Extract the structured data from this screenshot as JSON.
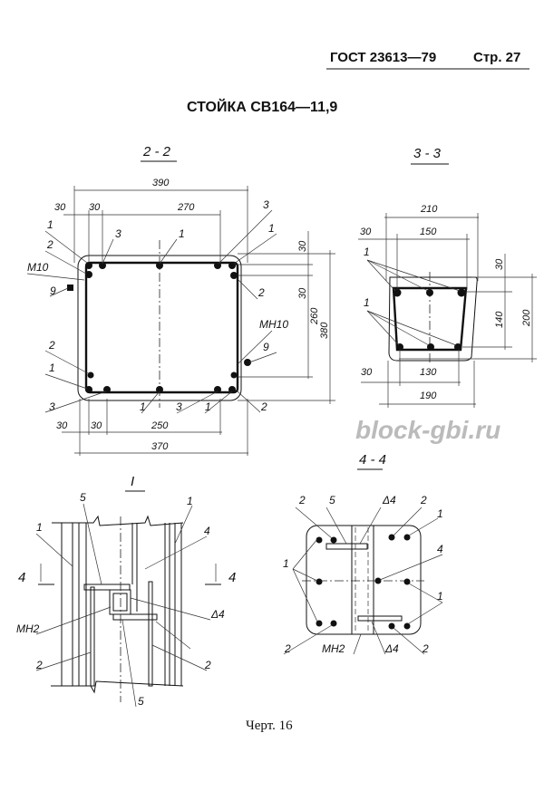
{
  "header": {
    "gost": "ГОСТ 23613—79",
    "page": "Стр. 27"
  },
  "title": "СТОЙКА СВ164—11,9",
  "section_2_2": {
    "title": "2 - 2",
    "dims": [
      "390",
      "30",
      "30",
      "270",
      "30",
      "30",
      "260",
      "380",
      "30",
      "30",
      "250",
      "370"
    ],
    "labels": [
      "1",
      "2",
      "M10",
      "9",
      "2",
      "1",
      "3",
      "3",
      "1",
      "3",
      "1",
      "2",
      "MH10",
      "9",
      "1",
      "3",
      "1",
      "2"
    ]
  },
  "section_3_3": {
    "title": "3 - 3",
    "dims": [
      "210",
      "30",
      "150",
      "30",
      "140",
      "200",
      "30",
      "130",
      "190"
    ],
    "labels": [
      "1",
      "1"
    ]
  },
  "section_I": {
    "title": "I",
    "labels": [
      "5",
      "1",
      "1",
      "4",
      "4",
      "4",
      "Δ4",
      "MH2",
      "2",
      "2",
      "5"
    ]
  },
  "section_4_4": {
    "title": "4 - 4",
    "labels": [
      "2",
      "5",
      "Δ4",
      "2",
      "1",
      "1",
      "4",
      "1",
      "2",
      "MH2",
      "Δ4",
      "2"
    ]
  },
  "caption": "Черт. 16",
  "watermark": "block-gbi.ru"
}
